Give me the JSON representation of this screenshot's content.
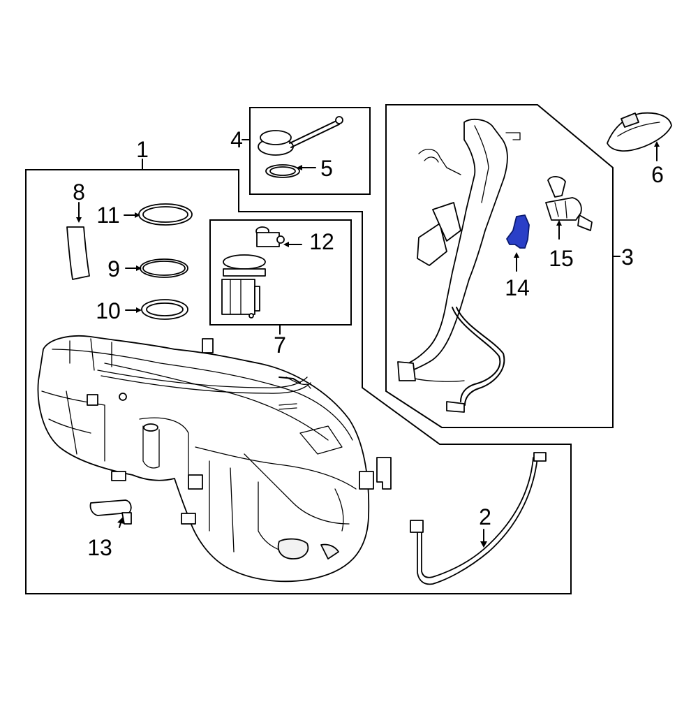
{
  "callouts": {
    "c1": "1",
    "c2": "2",
    "c3": "3",
    "c4": "4",
    "c5": "5",
    "c6": "6",
    "c7": "7",
    "c8": "8",
    "c9": "9",
    "c10": "10",
    "c11": "11",
    "c12": "12",
    "c13": "13",
    "c14": "14",
    "c15": "15"
  },
  "colors": {
    "highlight_part": "#2a3fc7",
    "line": "#000000",
    "background": "#ffffff"
  }
}
